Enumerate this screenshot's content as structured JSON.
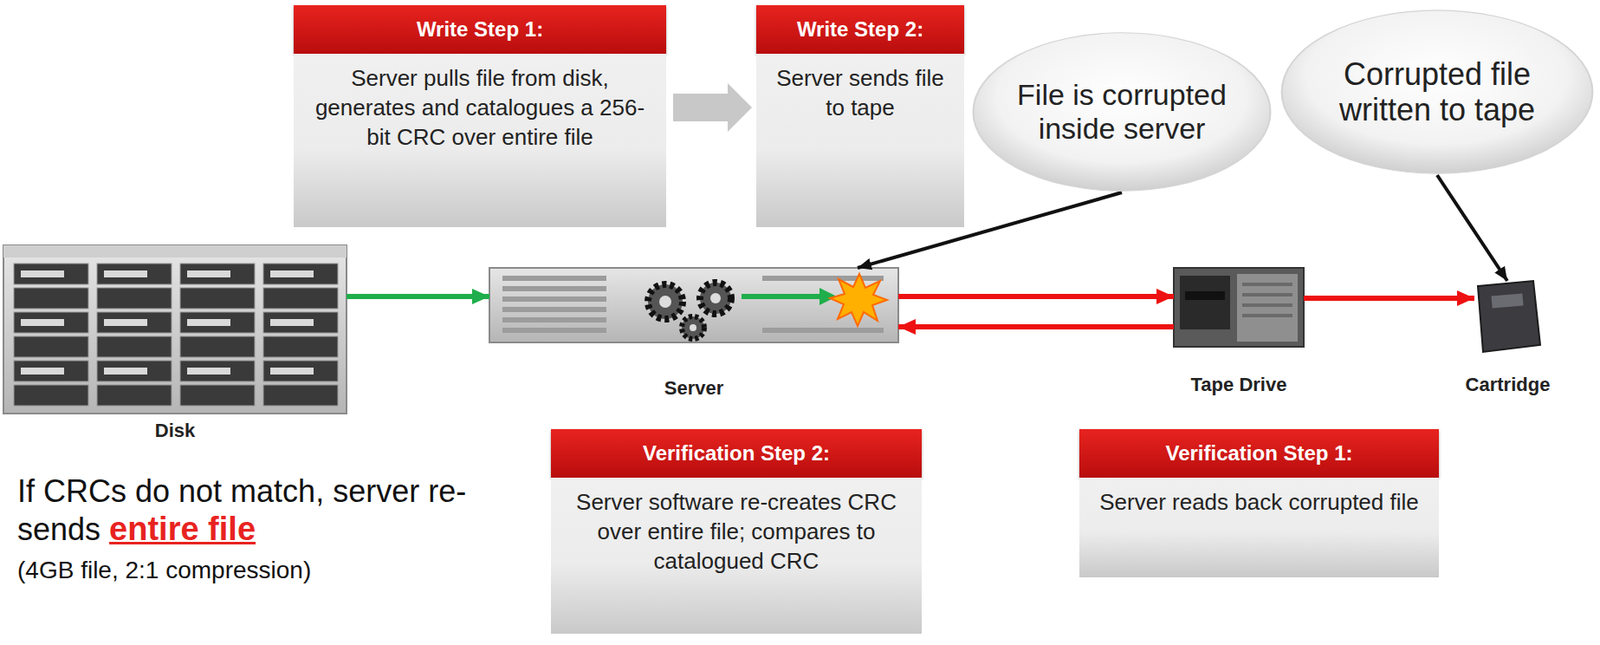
{
  "diagram": {
    "nodes": [
      {
        "text": [
          "Write Step 1:",
          "Server pulls file from disk, generates and catalogues a 256-bit CRC over entire file"
        ]
      },
      {
        "text": [
          "Write Step 2:",
          "Server sends file to tape"
        ]
      },
      {
        "text": [
          "File is corrupted inside server"
        ]
      },
      {
        "text": [
          "Corrupted file written to tape"
        ]
      },
      {
        "text": [
          "Disk"
        ]
      },
      {
        "text": [
          "Server"
        ]
      },
      {
        "text": [
          "Tape Drive"
        ]
      },
      {
        "text": [
          "Cartridge"
        ]
      },
      {
        "text": [
          "Verification Step 2:",
          "Server software re-creates CRC over entire file; compares to catalogued CRC"
        ]
      },
      {
        "text": [
          "Verification Step 1:",
          "Server reads back corrupted file"
        ]
      }
    ],
    "edges": [
      {
        "from": 4,
        "to": 5,
        "arrow": "to"
      },
      {
        "from": 5,
        "to": 6,
        "arrow": "to"
      },
      {
        "from": 6,
        "to": 7,
        "arrow": "to"
      },
      {
        "from": 6,
        "to": 5,
        "arrow": "to"
      },
      {
        "from": 2,
        "to": 5,
        "arrow": "to"
      },
      {
        "from": 3,
        "to": 7,
        "arrow": "to"
      }
    ],
    "labels": [
      "If CRCs do not match, server re-sends",
      "entire file",
      "(4GB file, 2:1 compression)"
    ]
  }
}
